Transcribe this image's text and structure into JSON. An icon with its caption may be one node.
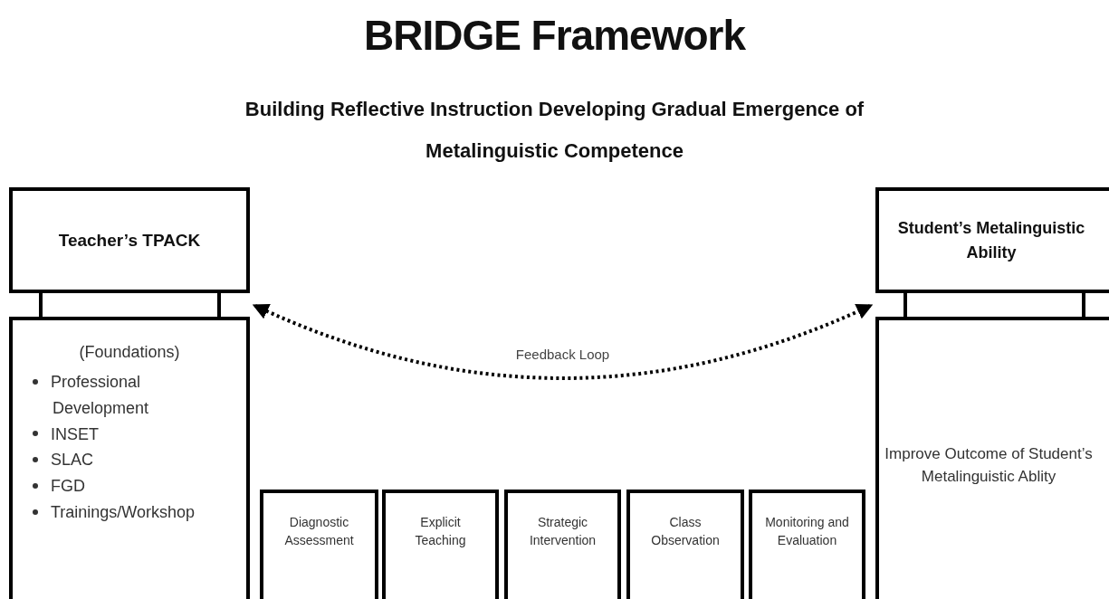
{
  "diagram": {
    "title": "BRIDGE Framework",
    "caption": "Building Reflective Instruction Developing Gradual Emergence of Metalinguistic Competence",
    "nodes": [
      {
        "text": [
          "Teacher’s TPACK"
        ]
      },
      {
        "text": [
          "(Foundations)",
          "Professional Development",
          "INSET",
          "SLAC",
          "FGD",
          "Trainings/Workshop"
        ]
      },
      {
        "text": [
          "Student’s Metalinguistic Ability"
        ]
      },
      {
        "text": [
          "Improve Outcome of Student’s Metalinguistic Ablity"
        ]
      },
      {
        "text": [
          "Diagnostic Assessment"
        ]
      },
      {
        "text": [
          "Explicit Teaching"
        ]
      },
      {
        "text": [
          "Strategic Intervention"
        ]
      },
      {
        "text": [
          "Class Observation"
        ]
      },
      {
        "text": [
          "Monitoring and Evaluation"
        ]
      }
    ],
    "edges": [
      {
        "from": 0,
        "to": 1,
        "arrow": "none"
      },
      {
        "from": 0,
        "to": 1,
        "arrow": "none"
      },
      {
        "from": 2,
        "to": 3,
        "arrow": "none"
      },
      {
        "from": 2,
        "to": 3,
        "arrow": "none"
      },
      {
        "from": 1,
        "to": 3,
        "arrow": "both",
        "label": "Feedback Loop",
        "style": "dashed"
      }
    ]
  }
}
